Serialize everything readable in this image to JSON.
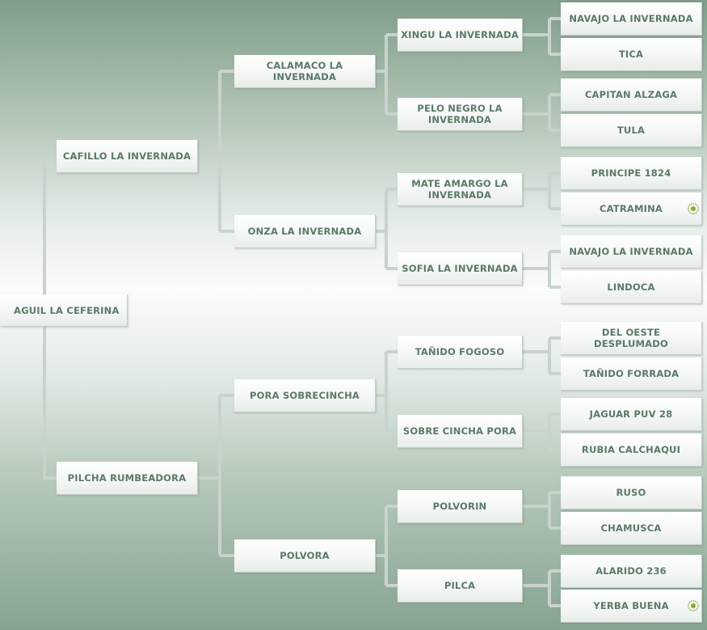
{
  "tree": {
    "name": "AGUIL LA CEFERINA",
    "sire": {
      "name": "CAFILLO LA INVERNADA",
      "sire": {
        "name": "CALAMACO LA INVERNADA",
        "sire": {
          "name": "XINGU LA INVERNADA",
          "sire": {
            "name": "NAVAJO LA INVERNADA"
          },
          "dam": {
            "name": "TICA"
          }
        },
        "dam": {
          "name": "PELO NEGRO LA INVERNADA",
          "sire": {
            "name": "CAPITAN ALZAGA"
          },
          "dam": {
            "name": "TULA"
          }
        }
      },
      "dam": {
        "name": "ONZA LA INVERNADA",
        "sire": {
          "name": "MATE AMARGO LA INVERNADA",
          "sire": {
            "name": "PRINCIPE 1824"
          },
          "dam": {
            "name": "CATRAMINA",
            "badge": "rosette-icon"
          }
        },
        "dam": {
          "name": "SOFIA LA INVERNADA",
          "sire": {
            "name": "NAVAJO LA INVERNADA"
          },
          "dam": {
            "name": "LINDOCA"
          }
        }
      }
    },
    "dam": {
      "name": "PILCHA RUMBEADORA",
      "sire": {
        "name": "PORA SOBRECINCHA",
        "sire": {
          "name": "TAÑIDO FOGOSO",
          "sire": {
            "name": "DEL OESTE DESPLUMADO"
          },
          "dam": {
            "name": "TAÑIDO FORRADA"
          }
        },
        "dam": {
          "name": "SOBRE CINCHA PORA",
          "sire": {
            "name": "JAGUAR PUV 28"
          },
          "dam": {
            "name": "RUBIA CALCHAQUI"
          }
        }
      },
      "dam": {
        "name": "POLVORA",
        "sire": {
          "name": "POLVORIN",
          "sire": {
            "name": "RUSO"
          },
          "dam": {
            "name": "CHAMUSCA"
          }
        },
        "dam": {
          "name": "PILCA",
          "sire": {
            "name": "ALARIDO 236"
          },
          "dam": {
            "name": "YERBA BUENA",
            "badge": "rosette-icon"
          }
        }
      }
    }
  },
  "colors": {
    "text": "#5a7a66",
    "connector": "#c9d3cd",
    "badge": "#8aa93a"
  }
}
